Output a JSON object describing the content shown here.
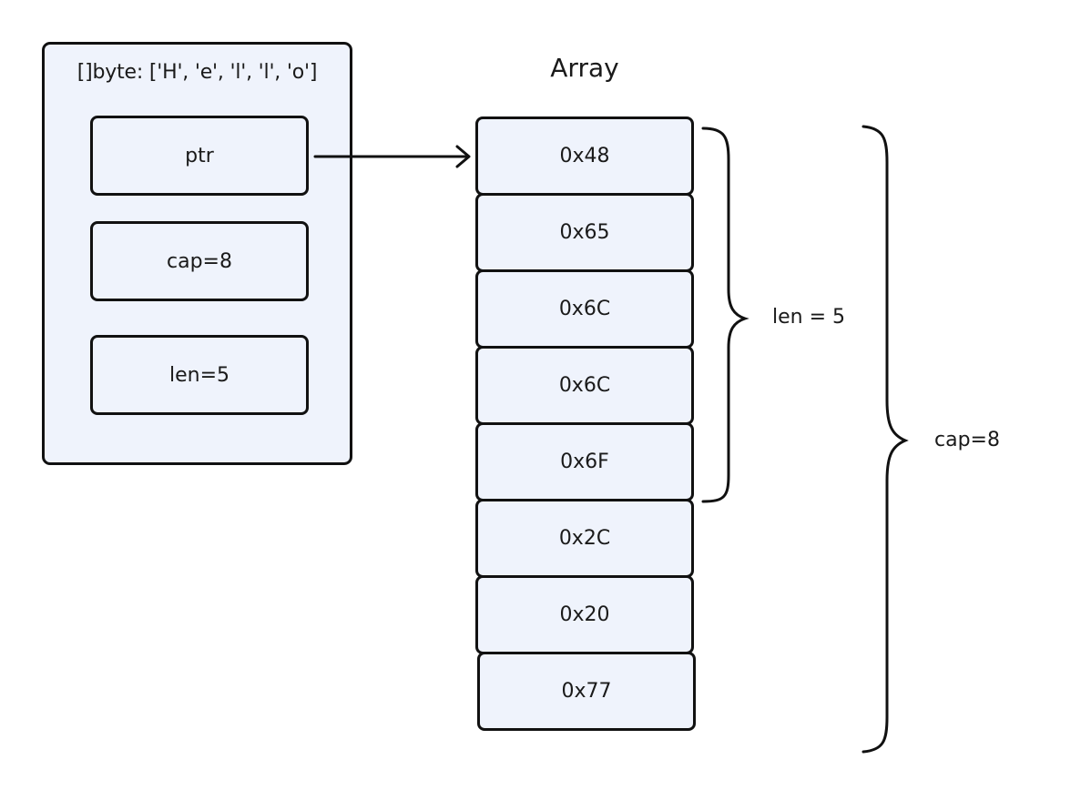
{
  "slice": {
    "title": "[]byte: ['H', 'e', 'l', 'l', 'o']",
    "fields": [
      "ptr",
      "cap=8",
      "len=5"
    ]
  },
  "array": {
    "title": "Array",
    "cells": [
      "0x48",
      "0x65",
      "0x6C",
      "0x6C",
      "0x6F",
      "0x2C",
      "0x20",
      "0x77"
    ]
  },
  "braces": {
    "len_label": "len = 5",
    "cap_label": "cap=8"
  }
}
